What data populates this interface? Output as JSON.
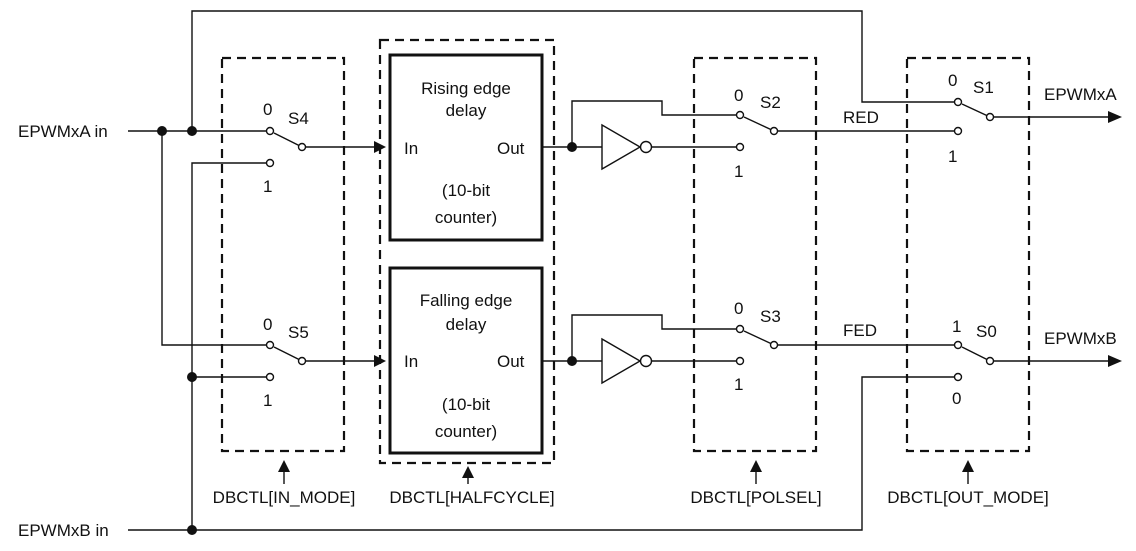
{
  "inputs": {
    "a": "EPWMxA in",
    "b": "EPWMxB in"
  },
  "outputs": {
    "a": "EPWMxA",
    "b": "EPWMxB"
  },
  "switches": {
    "s4": {
      "name": "S4",
      "pos0": "0",
      "pos1": "1"
    },
    "s5": {
      "name": "S5",
      "pos0": "0",
      "pos1": "1"
    },
    "s2": {
      "name": "S2",
      "pos0": "0",
      "pos1": "1"
    },
    "s3": {
      "name": "S3",
      "pos0": "0",
      "pos1": "1"
    },
    "s1": {
      "name": "S1",
      "pos0": "0",
      "pos1": "1"
    },
    "s0": {
      "name": "S0",
      "pos0": "0",
      "pos1": "1"
    }
  },
  "blocks": {
    "rising": {
      "title1": "Rising edge",
      "title2": "delay",
      "in": "In",
      "out": "Out",
      "note1": "(10-bit",
      "note2": "counter)"
    },
    "falling": {
      "title1": "Falling edge",
      "title2": "delay",
      "in": "In",
      "out": "Out",
      "note1": "(10-bit",
      "note2": "counter)"
    }
  },
  "signals": {
    "red": "RED",
    "fed": "FED"
  },
  "controls": {
    "in_mode": "DBCTL[IN_MODE]",
    "halfcycle": "DBCTL[HALFCYCLE]",
    "polsel": "DBCTL[POLSEL]",
    "out_mode": "DBCTL[OUT_MODE]"
  }
}
